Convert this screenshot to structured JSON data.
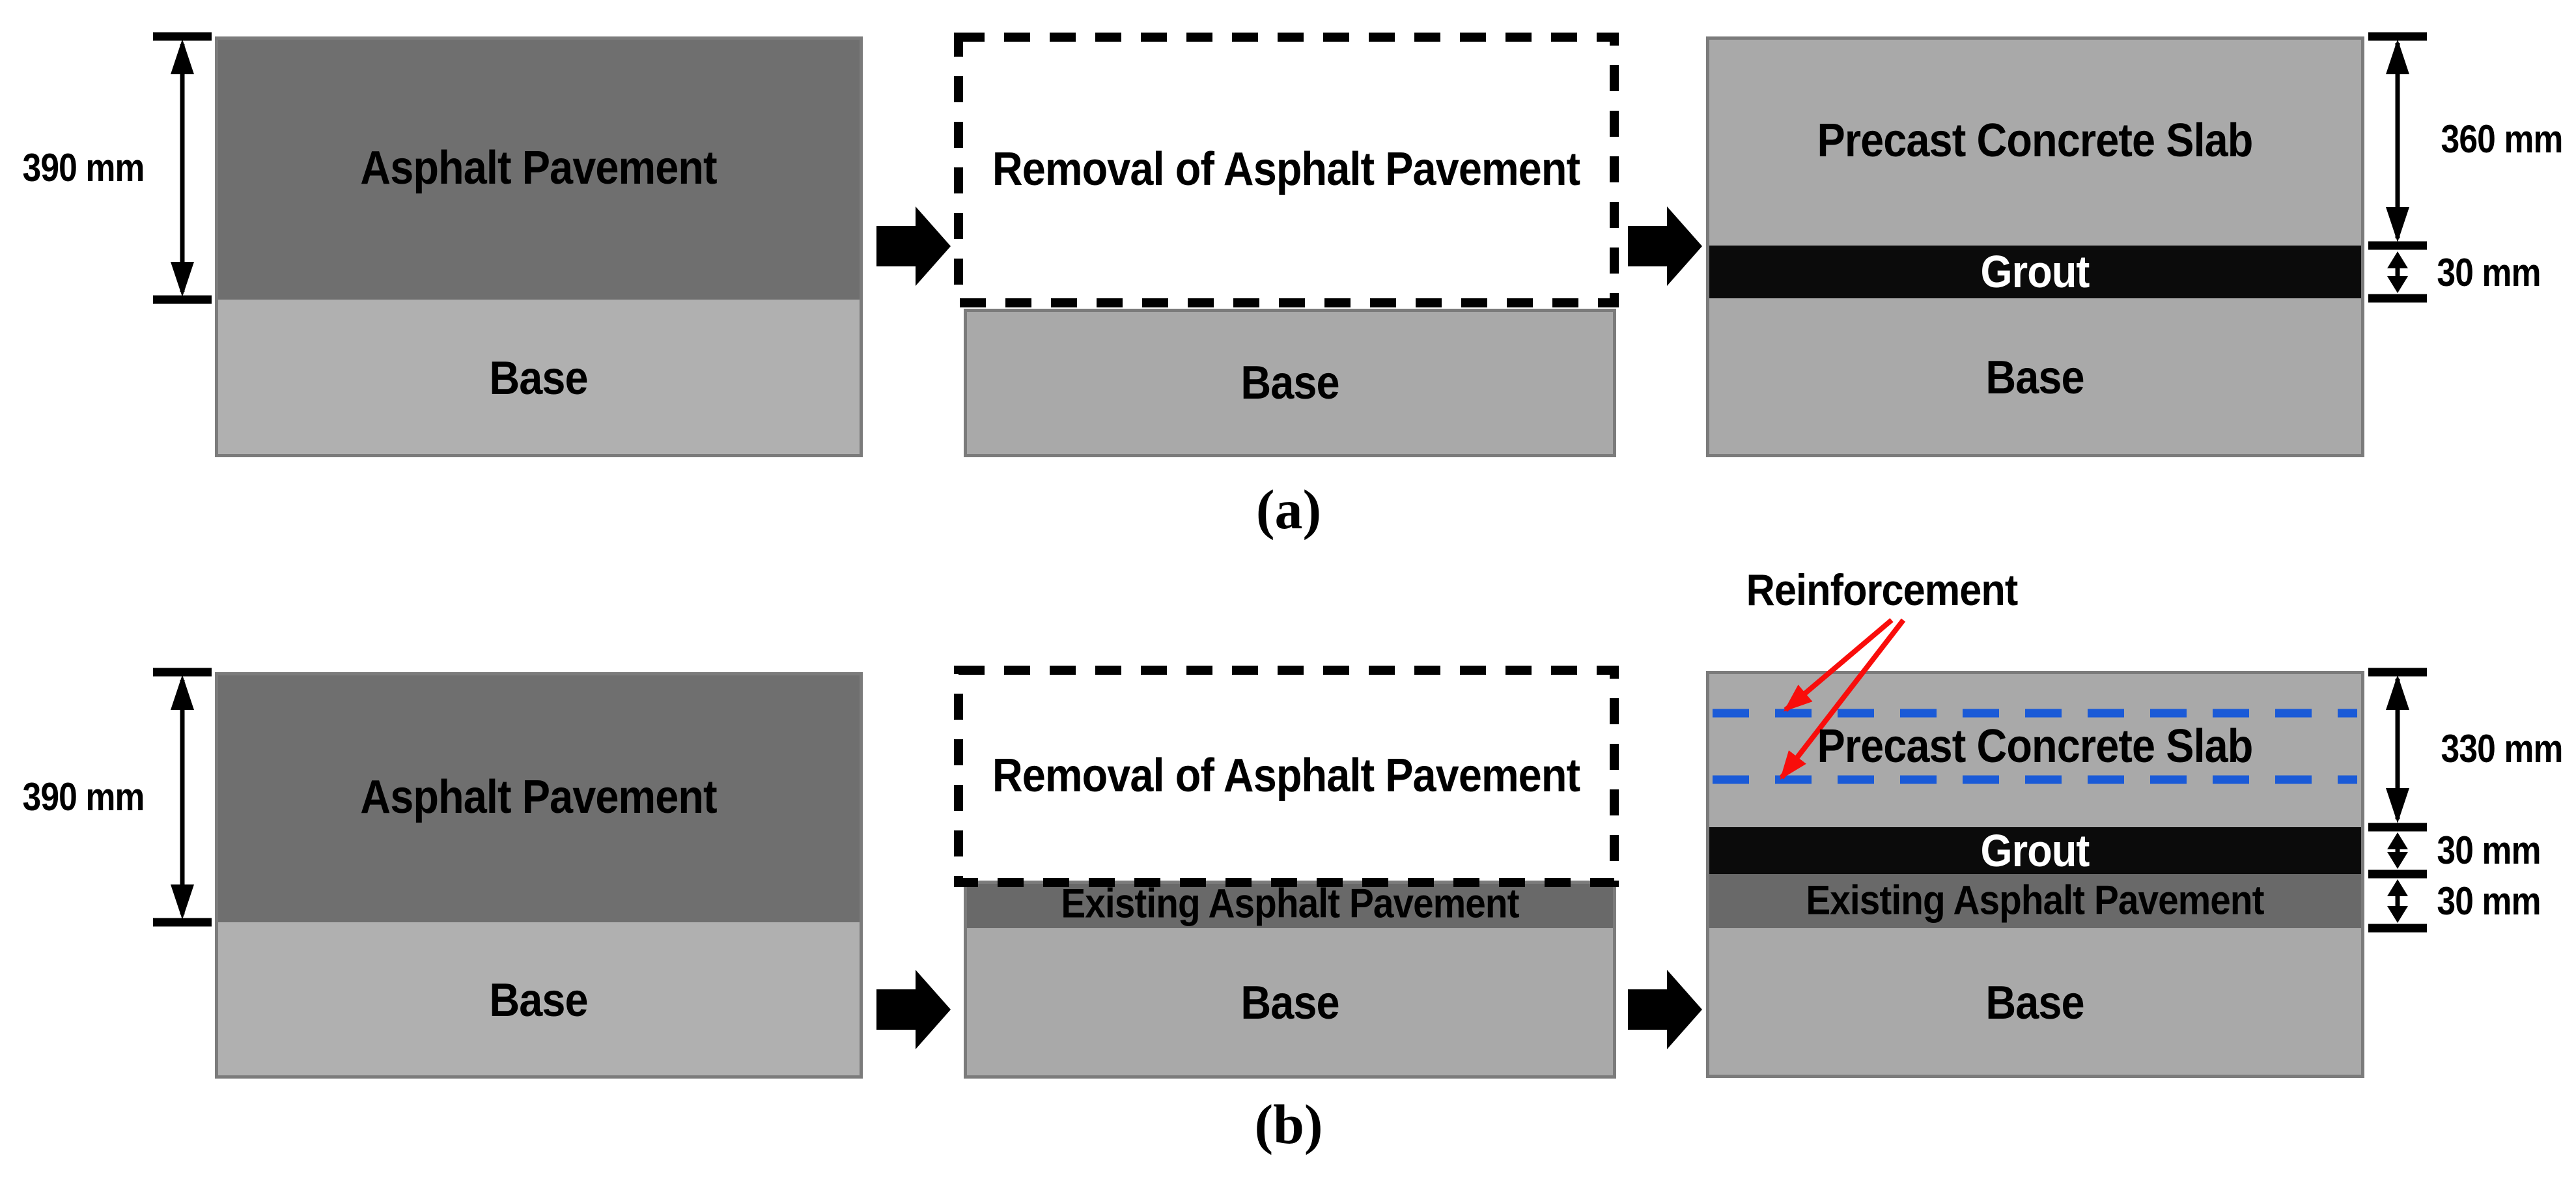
{
  "colors": {
    "background": "#FFFFFF",
    "asphalt": "#6F6F6F",
    "existing_asphalt": "#696969",
    "base_left": "#B0B0B0",
    "base": "#A9A9A9",
    "slab": "#A9A9A9",
    "grout": "#0B0B0B",
    "panel_border": "#7B7B7B",
    "flow_arrow": "#000000",
    "dim_marks": "#000000",
    "dashed_outline": "#000000",
    "reinforcement_blue": "#1A5AD7",
    "annotation_red": "#F90D0B",
    "text": "#000000",
    "grout_text": "#FFFFFF"
  },
  "row_a": {
    "dim_thickness": "390 mm",
    "panel1": {
      "layer1": "Asphalt Pavement",
      "layer2": "Base"
    },
    "panel2": {
      "removal": "Removal of Asphalt Pavement",
      "base": "Base"
    },
    "panel3": {
      "slab": "Precast Concrete Slab",
      "grout": "Grout",
      "base": "Base"
    },
    "dim_slab": "360 mm",
    "dim_grout": "30 mm",
    "caption": "(a)"
  },
  "row_b": {
    "dim_thickness": "390 mm",
    "panel1": {
      "layer1": "Asphalt Pavement",
      "layer2": "Base"
    },
    "panel2": {
      "removal": "Removal of Asphalt Pavement",
      "existing": "Existing Asphalt Pavement",
      "base": "Base"
    },
    "panel3": {
      "reinforcement": "Reinforcement",
      "slab": "Precast Concrete Slab",
      "grout": "Grout",
      "existing": "Existing Asphalt Pavement",
      "base": "Base"
    },
    "dim_slab": "330 mm",
    "dim_grout": "30 mm",
    "dim_existing": "30 mm",
    "caption": "(b)"
  }
}
